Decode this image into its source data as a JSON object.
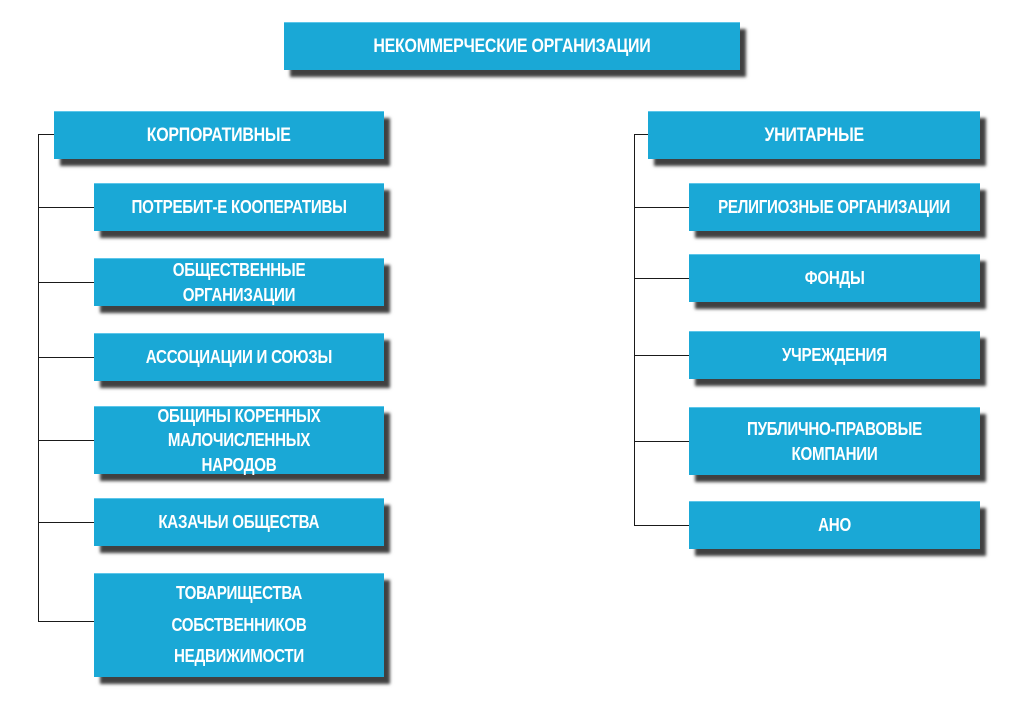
{
  "diagram": {
    "root": {
      "label": "НЕКОММЕРЧЕСКИЕ ОРГАНИЗАЦИИ"
    },
    "left_branch": {
      "label": "КОРПОРАТИВНЫЕ",
      "items": [
        {
          "label": "ПОТРЕБИТ-Е КООПЕРАТИВЫ"
        },
        {
          "label": "ОБЩЕСТВЕННЫЕ ОРГАНИЗАЦИИ"
        },
        {
          "label": "АССОЦИАЦИИ И СОЮЗЫ"
        },
        {
          "label": "ОБЩИНЫ КОРЕННЫХ МАЛОЧИСЛЕННЫХ НАРОДОВ"
        },
        {
          "label": "КАЗАЧЬИ ОБЩЕСТВА"
        },
        {
          "label": "ТОВАРИЩЕСТВА СОБСТВЕННИКОВ НЕДВИЖИМОСТИ"
        }
      ]
    },
    "right_branch": {
      "label": "УНИТАРНЫЕ",
      "items": [
        {
          "label": "РЕЛИГИОЗНЫЕ ОРГАНИЗАЦИИ"
        },
        {
          "label": "ФОНДЫ"
        },
        {
          "label": "УЧРЕЖДЕНИЯ"
        },
        {
          "label": "ПУБЛИЧНО-ПРАВОВЫЕ КОМПАНИИ"
        },
        {
          "label": "АНО"
        }
      ]
    }
  },
  "colors": {
    "box_fill": "#1aa8d6",
    "box_text": "#ffffff",
    "shadow": "#000000",
    "connector": "#1a1a1a",
    "background": "#ffffff"
  }
}
